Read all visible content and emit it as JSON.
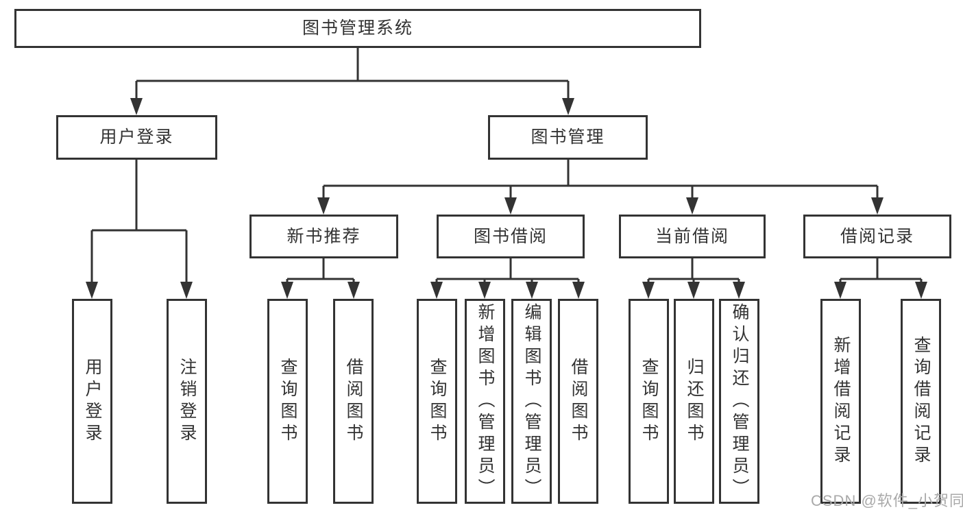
{
  "nodes": {
    "root": "图书管理系统",
    "level2": [
      "用户登录",
      "图书管理"
    ],
    "level3": [
      "新书推荐",
      "图书借阅",
      "当前借阅",
      "借阅记录"
    ],
    "leaves": [
      "用户登录",
      "注销登录",
      "查询图书",
      "借阅图书",
      "查询图书",
      "新增图书（管理员）",
      "编辑图书（管理员）",
      "借阅图书",
      "查询图书",
      "归还图书",
      "确认归还（管理员）",
      "新增借阅记录",
      "查询借阅记录"
    ]
  },
  "watermark": "CSDN @软件_小贺同学",
  "colors": {
    "line": "#333333",
    "box_border": "#333333",
    "text": "#333333",
    "background": "#ffffff",
    "watermark": "#a9a9a9"
  }
}
